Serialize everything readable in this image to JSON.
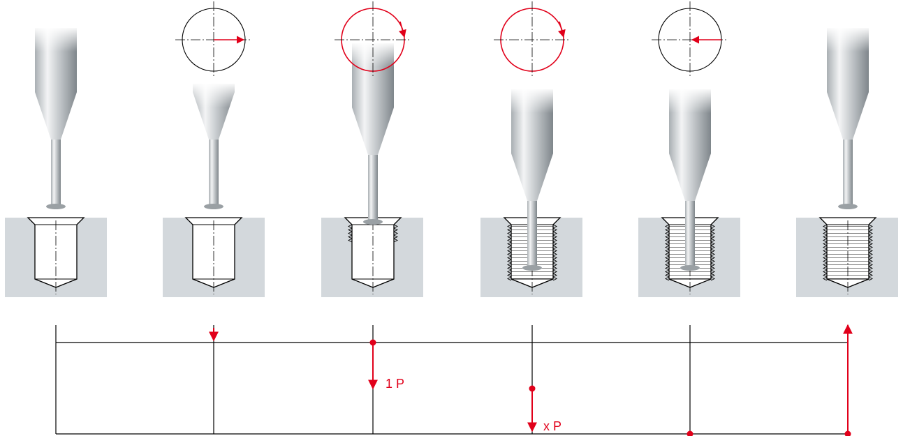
{
  "colors": {
    "accent": "#e1001a",
    "line": "#000000",
    "workpiece": "#d3d8dc",
    "tool_light": "#eef0f1",
    "tool_dark": "#8f969b"
  },
  "steps": [
    {
      "id": "step-1",
      "circle": "none",
      "tool_lift": 0,
      "tool_depth": 0,
      "thread_depth": 0
    },
    {
      "id": "step-2",
      "circle": "radial-in",
      "tool_lift": 1,
      "tool_depth": 0,
      "thread_depth": 0
    },
    {
      "id": "step-3",
      "circle": "helix-entry",
      "tool_lift": 0,
      "tool_depth": 0.25,
      "thread_depth": 0.28
    },
    {
      "id": "step-4",
      "circle": "full-circle",
      "tool_lift": 0,
      "tool_depth": 1,
      "thread_depth": 1
    },
    {
      "id": "step-5",
      "circle": "radial-out",
      "tool_lift": 0,
      "tool_depth": 1,
      "thread_depth": 1
    },
    {
      "id": "step-6",
      "circle": "none",
      "tool_lift": 0,
      "tool_depth": 0,
      "thread_depth": 1
    }
  ],
  "timeline": {
    "label_one_pitch": "1 P",
    "label_x_pitch": "x P"
  }
}
